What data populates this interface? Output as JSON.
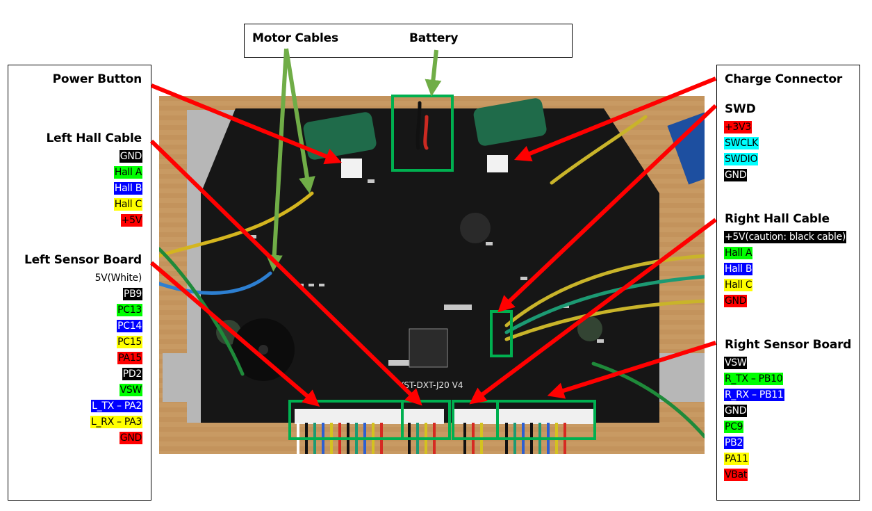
{
  "colors": {
    "black": "#000000",
    "green": "#00ff00",
    "blue": "#0000ff",
    "yellow": "#ffff00",
    "red": "#ff0000",
    "cyan": "#00ffff",
    "arrow_red": "#ff0000",
    "arrow_green": "#70ad47",
    "highlight_box": "#00b050"
  },
  "top_box": {
    "motor_cables": "Motor Cables",
    "battery": "Battery"
  },
  "left_panel": {
    "power_button": {
      "title": "Power Button"
    },
    "left_hall_cable": {
      "title": "Left Hall Cable",
      "pins": [
        {
          "label": "GND",
          "bg": "#000000",
          "fg": "#ffffff"
        },
        {
          "label": "Hall A",
          "bg": "#00ff00",
          "fg": "#000000"
        },
        {
          "label": "Hall B",
          "bg": "#0000ff",
          "fg": "#ffffff"
        },
        {
          "label": "Hall C",
          "bg": "#ffff00",
          "fg": "#000000"
        },
        {
          "label": "+5V",
          "bg": "#ff0000",
          "fg": "#000000"
        }
      ]
    },
    "left_sensor_board": {
      "title": "Left Sensor Board",
      "pins": [
        {
          "label": "5V(White)",
          "bg": "transparent",
          "fg": "#000000"
        },
        {
          "label": "PB9",
          "bg": "#000000",
          "fg": "#ffffff"
        },
        {
          "label": "PC13",
          "bg": "#00ff00",
          "fg": "#000000"
        },
        {
          "label": "PC14",
          "bg": "#0000ff",
          "fg": "#ffffff"
        },
        {
          "label": "PC15",
          "bg": "#ffff00",
          "fg": "#000000"
        },
        {
          "label": "PA15",
          "bg": "#ff0000",
          "fg": "#000000"
        },
        {
          "label": "PD2",
          "bg": "#000000",
          "fg": "#ffffff"
        },
        {
          "label": "VSW",
          "bg": "#00ff00",
          "fg": "#000000"
        },
        {
          "label": "L_TX – PA2",
          "bg": "#0000ff",
          "fg": "#ffffff"
        },
        {
          "label": "L_RX – PA3",
          "bg": "#ffff00",
          "fg": "#000000"
        },
        {
          "label": "GND",
          "bg": "#ff0000",
          "fg": "#000000"
        }
      ]
    }
  },
  "right_panel": {
    "charge_connector": {
      "title": "Charge Connector"
    },
    "swd": {
      "title": "SWD",
      "pins": [
        {
          "label": "+3V3",
          "bg": "#ff0000",
          "fg": "#000000"
        },
        {
          "label": "SWCLK",
          "bg": "#00ffff",
          "fg": "#000000"
        },
        {
          "label": "SWDIO",
          "bg": "#00ffff",
          "fg": "#000000"
        },
        {
          "label": "GND",
          "bg": "#000000",
          "fg": "#ffffff"
        }
      ]
    },
    "right_hall_cable": {
      "title": "Right Hall Cable",
      "pins": [
        {
          "label": "+5V(caution: black cable)",
          "bg": "#000000",
          "fg": "#ffffff"
        },
        {
          "label": "Hall A",
          "bg": "#00ff00",
          "fg": "#000000"
        },
        {
          "label": "Hall B",
          "bg": "#0000ff",
          "fg": "#ffffff"
        },
        {
          "label": "Hall C",
          "bg": "#ffff00",
          "fg": "#000000"
        },
        {
          "label": "GND",
          "bg": "#ff0000",
          "fg": "#000000"
        }
      ]
    },
    "right_sensor_board": {
      "title": "Right Sensor Board",
      "pins": [
        {
          "label": "VSW",
          "bg": "#000000",
          "fg": "#ffffff"
        },
        {
          "label": "R_TX – PB10",
          "bg": "#00ff00",
          "fg": "#000000"
        },
        {
          "label": "R_RX – PB11",
          "bg": "#0000ff",
          "fg": "#ffffff"
        },
        {
          "label": "GND",
          "bg": "#000000",
          "fg": "#ffffff"
        },
        {
          "label": "PC9",
          "bg": "#00ff00",
          "fg": "#000000"
        },
        {
          "label": "PB2",
          "bg": "#0000ff",
          "fg": "#ffffff"
        },
        {
          "label": "PA11",
          "bg": "#ffff00",
          "fg": "#000000"
        },
        {
          "label": "VBat",
          "bg": "#ff0000",
          "fg": "#000000"
        }
      ]
    }
  },
  "board": {
    "silkscreen_label": "YST-DXT-J20 V4",
    "photo_description": "Hoverboard mainboard PCB photo"
  }
}
